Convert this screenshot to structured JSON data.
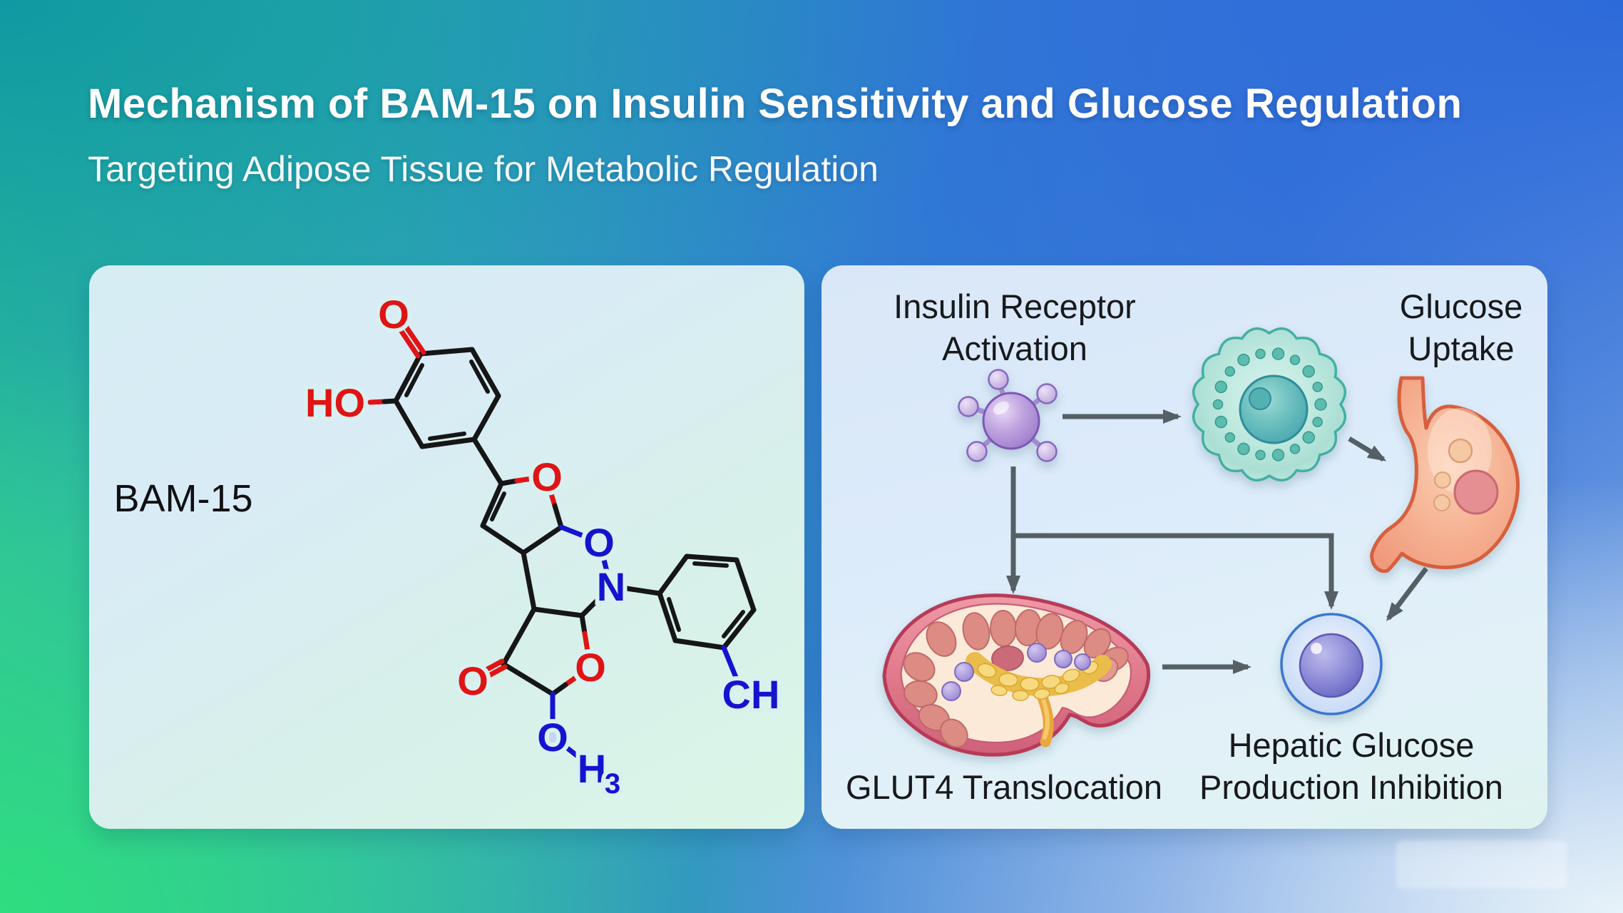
{
  "header": {
    "title": "Mechanism of BAM-15 on Insulin Sensitivity and Glucose Regulation",
    "subtitle": "Targeting Adipose Tissue for Metabolic Regulation"
  },
  "molecule_panel": {
    "compound_label": "BAM-15",
    "atom_labels": {
      "top_ketone_o": "O",
      "hydroxyl_ho": "HO",
      "furan_o": "O",
      "bridge_o": "O",
      "bridge_n": "N",
      "lactone_o": "O",
      "bottom_ketone_o": "O",
      "methoxy_o": "O",
      "methyl_h": "H",
      "methyl_subscript": "3",
      "tolyl_ch": "CH"
    }
  },
  "pathway_panel": {
    "steps": {
      "insulin": {
        "line1": "Insulin Receptor",
        "line2": "Activation"
      },
      "glucose": {
        "line1": "Glucose",
        "line2": "Uptake"
      },
      "glut4": {
        "line1": "GLUT4 Translocation"
      },
      "hepatic": {
        "line1": "Hepatic Glucose",
        "line2": "Production Inhibition"
      }
    }
  },
  "colors": {
    "background_teal": "#14a0a6",
    "background_blue": "#2d6cd9",
    "background_green": "#2fe07c",
    "panel_left": "#d8eef3",
    "panel_right": "#dce9f8",
    "bond_black": "#161616",
    "atom_red": "#e01414",
    "atom_blue": "#1414cf",
    "arrow_gray": "#555f66",
    "receptor_purple": "#9a77c8",
    "cell_teal": "#abdfd4",
    "stomach_salmon": "#f0997b",
    "tissue_pink": "#dd7487",
    "hepatocyte_blue": "#6f6cc6"
  }
}
